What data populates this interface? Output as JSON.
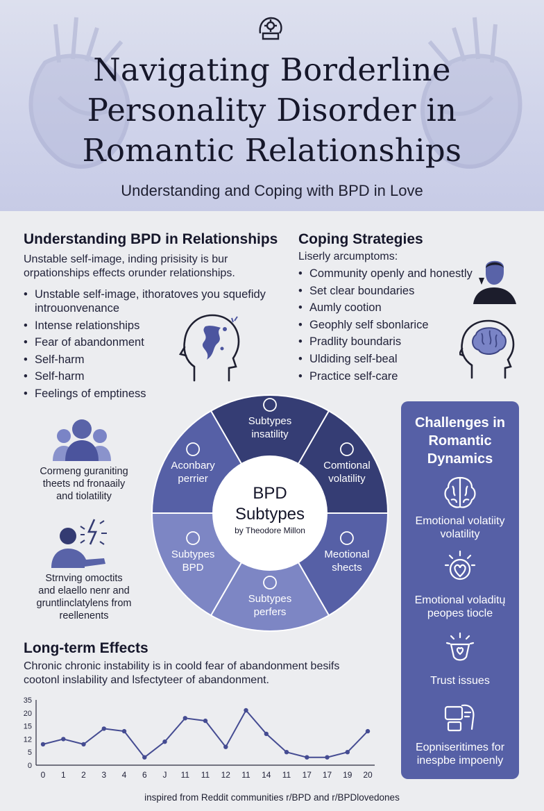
{
  "header": {
    "title_lines": [
      "Navigating Borderline",
      "Personality Disorder in",
      "Romantic Relationships"
    ],
    "subtitle": "Understanding and Coping with BPD in Love"
  },
  "understanding": {
    "heading": "Understanding BPD in Relationships",
    "intro_lines": [
      "Unstable self-image, inding prisisity is bur",
      "orpationships effects orunder relationships."
    ],
    "items": [
      {
        "line1": "Unstable self-image, ithoratoves you squefidy",
        "line2": "introuonvenance"
      },
      {
        "line1": "Intense relationships"
      },
      {
        "line1": "Fear of abandonment"
      },
      {
        "line1": "Self-harm"
      },
      {
        "line1": "Self-harm"
      },
      {
        "line1": "Feelings of emptiness"
      }
    ]
  },
  "coping": {
    "heading": "Coping Strategies",
    "intro": "Liserly arcumptoms:",
    "items": [
      "Community openly and honestly",
      "Set clear boundaries",
      "Aumly cootion",
      "Geophly self sbonlarice",
      "Pradlity boundaris",
      "Uldiding self-beal",
      "Practice self-care"
    ]
  },
  "left_captions": {
    "group": [
      "Cormeng guraniting",
      "theets nd fronaaily",
      "and tiolatility"
    ],
    "person": [
      "Strnving omoctits",
      "and elaello nenr and",
      "gruntlinclatylens from",
      "reellenents"
    ]
  },
  "wheel": {
    "center_title": [
      "BPD",
      "Subtypes"
    ],
    "center_sub": "by Theodore Millon",
    "segments": [
      {
        "lines": [
          "Subtypes",
          "insatility"
        ],
        "icon": "heart-broken-icon"
      },
      {
        "lines": [
          "Comtional",
          "volatility"
        ],
        "icon": "chart-up-icon"
      },
      {
        "lines": [
          "Meotional",
          "shects"
        ],
        "icon": "pencil-icon"
      },
      {
        "lines": [
          "Subtypes",
          "perfers"
        ],
        "icon": "swirl-icon"
      },
      {
        "lines": [
          "Subtypes",
          "BPD"
        ],
        "icon": "cloud-icon"
      },
      {
        "lines": [
          "Aconbary",
          "perrier"
        ],
        "icon": "lightning-icon"
      }
    ],
    "colors": [
      "#353d74",
      "#5660a6",
      "#7d86c4"
    ]
  },
  "challenges": {
    "title_lines": [
      "Challenges in",
      "Romantic",
      "Dynamics"
    ],
    "items": [
      {
        "lines": [
          "Emotional volatiity",
          "volatility"
        ],
        "icon": "brain-icon"
      },
      {
        "lines": [
          "Emotional voladitų",
          "peopes tiocle"
        ],
        "icon": "heart-check-icon"
      },
      {
        "lines": [
          "Trust issues"
        ],
        "icon": "shield-heart-icon"
      },
      {
        "lines": [
          "Eopniseritimes for",
          "inespbe impoenly"
        ],
        "icon": "devices-icon"
      }
    ]
  },
  "longterm": {
    "heading": "Long-term Effects",
    "intro_lines": [
      "Chronic chronic instability is in coold fear of abandonment besifs",
      "cootonl inslability and lsfectyteer of abandonment."
    ]
  },
  "chart_data": {
    "type": "line",
    "x": [
      "0",
      "1",
      "2",
      "3",
      "4",
      "6",
      "J",
      "11",
      "11",
      "12",
      "11",
      "14",
      "11",
      "17",
      "17",
      "19",
      "20"
    ],
    "values": [
      8,
      10,
      8,
      14,
      13,
      3,
      9,
      18,
      17,
      7,
      21,
      12,
      5,
      3,
      3,
      5,
      13
    ],
    "yticks": [
      "0",
      "5",
      "12",
      "15",
      "20",
      "35"
    ],
    "ylim": [
      0,
      25
    ],
    "color": "#454c92",
    "grid": false
  },
  "footer": "inspired from Reddit communities r/BPD and r/BPDlovedones"
}
